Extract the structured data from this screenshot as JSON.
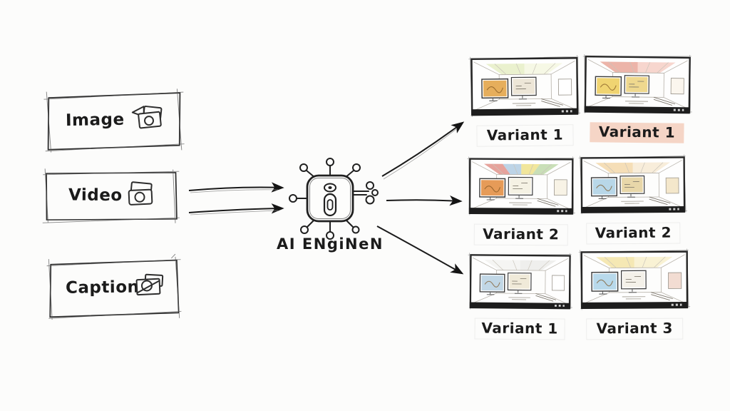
{
  "background": "#fcfcfb",
  "ink": "#1d1d1d",
  "inputs": [
    {
      "label": "Image",
      "icon": "photo-icon"
    },
    {
      "label": "Video",
      "icon": "video-camera-icon"
    },
    {
      "label": "Caption",
      "icon": "caption-photo-icon"
    }
  ],
  "engine": {
    "label": "AI ENgiNeN",
    "icon": "ai-chip-icon"
  },
  "flow": {
    "input_arrows": 2,
    "output_arrows": 3
  },
  "variants": [
    {
      "label": "Variant 1",
      "highlighted": false,
      "colors": {
        "ceiling": [
          "#d9e6a6",
          "#eef3cf"
        ],
        "screen1": "#e09a33",
        "screen2": "#e6dcc6",
        "wall": "#ffffff"
      }
    },
    {
      "label": "Variant 1",
      "highlighted": true,
      "highlight_color": "#f5d5c6",
      "colors": {
        "ceiling": [
          "#dd7663",
          "#f0b4a6"
        ],
        "screen1": "#ecc94e",
        "screen2": "#e8c75e",
        "wall": "#fbf6ee"
      }
    },
    {
      "label": "Variant 2",
      "highlighted": false,
      "colors": {
        "ceiling": [
          "#d2574a",
          "#86b1d4",
          "#e6d24a",
          "#9cc47c"
        ],
        "screen1": "#e0822e",
        "screen2": "#f1ecd8",
        "wall": "#f8f3e6"
      }
    },
    {
      "label": "Variant 2",
      "highlighted": false,
      "colors": {
        "ceiling": [
          "#ecc27c",
          "#f2debc"
        ],
        "screen1": "#a6cde2",
        "screen2": "#dec684",
        "wall": "#f4e7cb"
      }
    },
    {
      "label": "Variant 1",
      "highlighted": false,
      "colors": {
        "ceiling": [
          "#ececea",
          "#e2e2de"
        ],
        "screen1": "#b2cde0",
        "screen2": "#e9e1c9",
        "wall": "#ffffff"
      }
    },
    {
      "label": "Variant 3",
      "highlighted": false,
      "colors": {
        "ceiling": [
          "#ecd677",
          "#f4e8b0"
        ],
        "screen1": "#a6cfe6",
        "screen2": "#f0ebdf",
        "wall": "#f2dcd2"
      }
    }
  ]
}
